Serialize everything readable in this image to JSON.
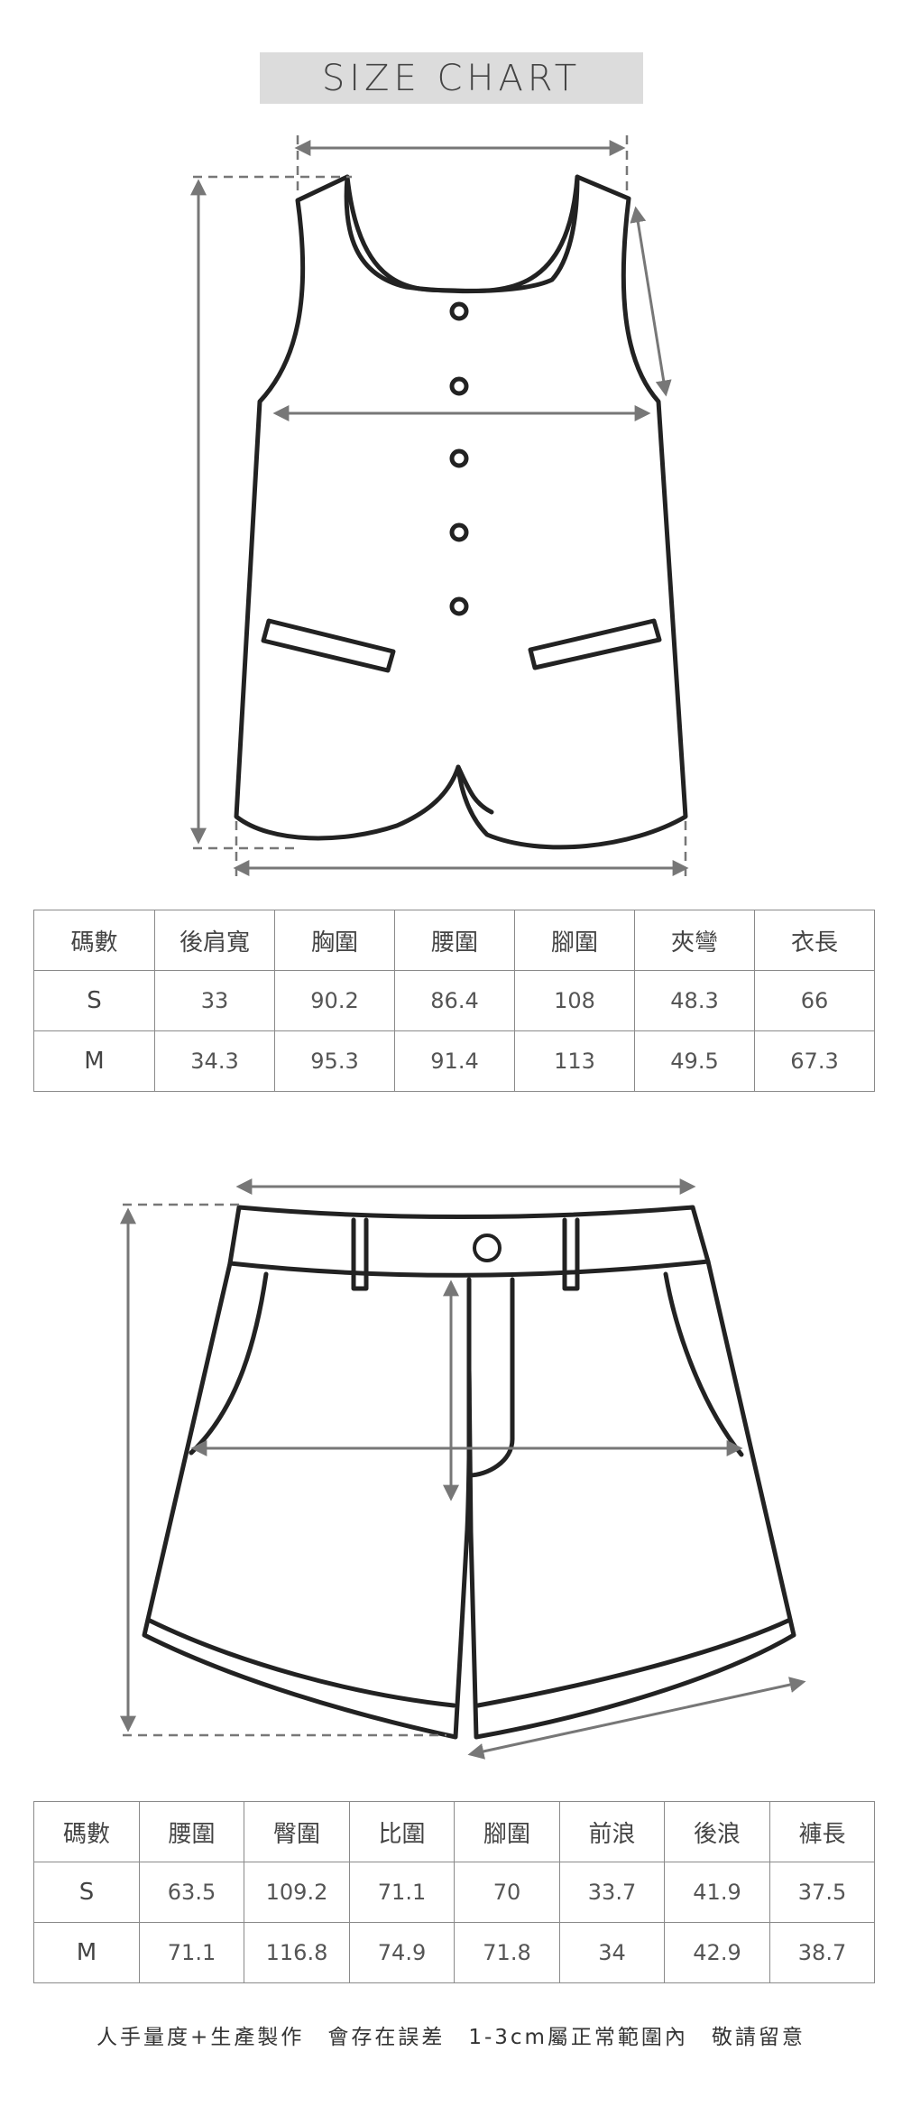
{
  "title": "SIZE CHART",
  "top_table": {
    "headers": [
      "碼數",
      "後肩寬",
      "胸圍",
      "腰圍",
      "腳圍",
      "夾彎",
      "衣長"
    ],
    "rows": [
      [
        "S",
        "33",
        "90.2",
        "86.4",
        "108",
        "48.3",
        "66"
      ],
      [
        "M",
        "34.3",
        "95.3",
        "91.4",
        "113",
        "49.5",
        "67.3"
      ]
    ]
  },
  "bottom_table": {
    "headers": [
      "碼數",
      "腰圍",
      "臀圍",
      "比圍",
      "腳圍",
      "前浪",
      "後浪",
      "褲長"
    ],
    "rows": [
      [
        "S",
        "63.5",
        "109.2",
        "71.1",
        "70",
        "33.7",
        "41.9",
        "37.5"
      ],
      [
        "M",
        "71.1",
        "116.8",
        "74.9",
        "71.8",
        "34",
        "42.9",
        "38.7"
      ]
    ]
  },
  "note": "人手量度+生產製作　會存在誤差　1-3cm屬正常範圍內　敬請留意"
}
